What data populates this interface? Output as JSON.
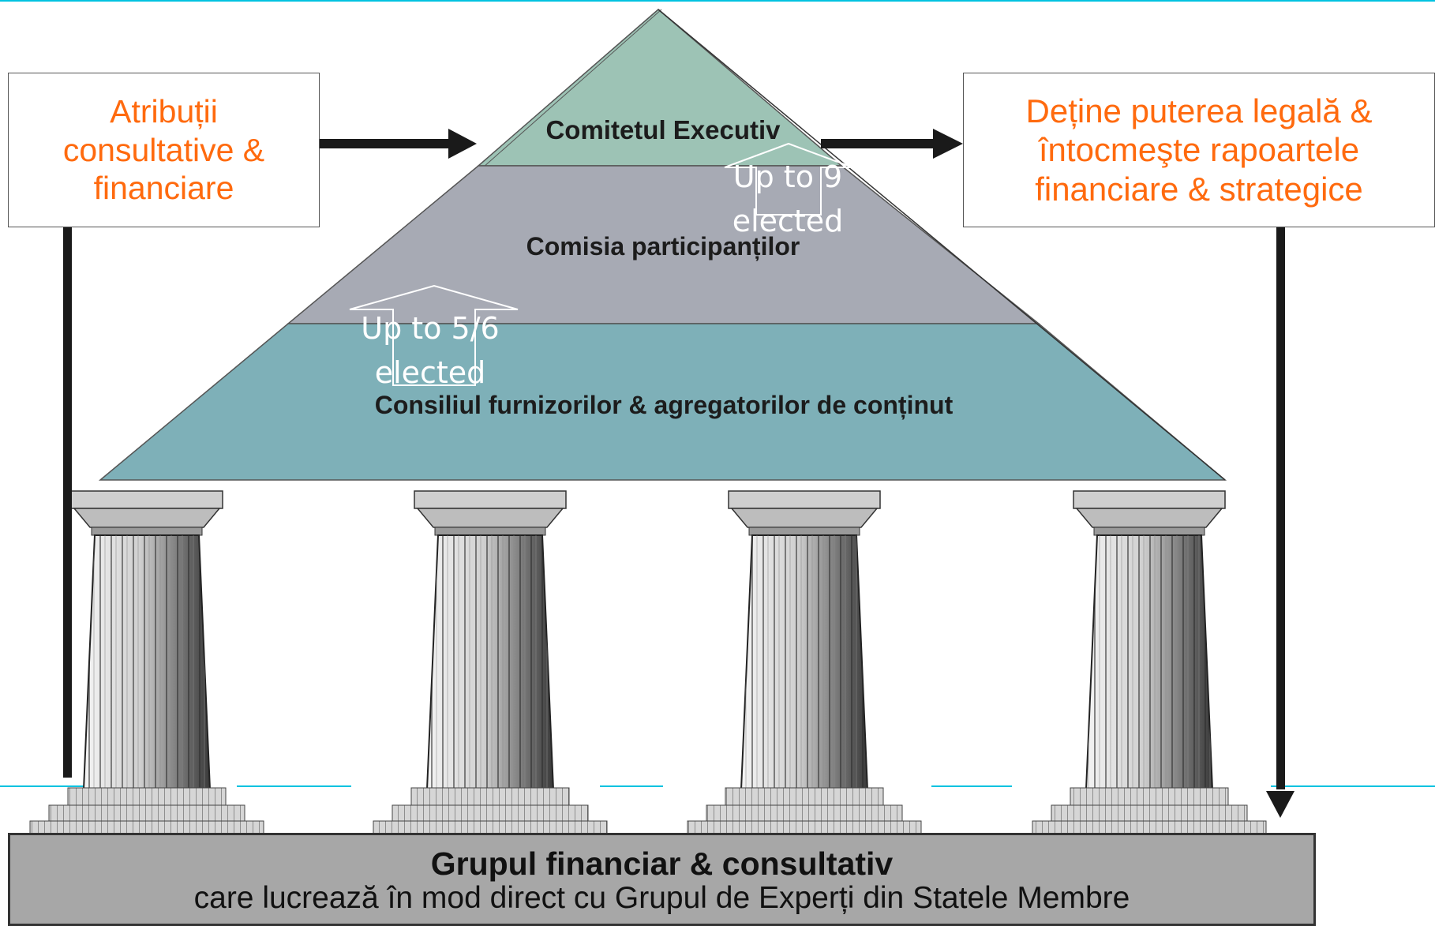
{
  "boxes": {
    "left": [
      "Atribuții",
      "consultative &",
      "financiare"
    ],
    "right": [
      "Deține puterea legală &",
      "întocmeşte rapoartele",
      "financiare & strategice"
    ]
  },
  "pyramid": {
    "tiers": [
      {
        "name": "Comitetul Executiv",
        "color": "#9dc3b5"
      },
      {
        "name": "Comisia participanților",
        "color": "#a7aab4"
      },
      {
        "name": "Consiliul furnizorilor & agregatorilor de conținut",
        "color": "#7eb0b8"
      }
    ]
  },
  "elections": [
    {
      "lines": [
        "Up to 9",
        "elected"
      ]
    },
    {
      "lines": [
        "Up to 5/6",
        "elected"
      ]
    }
  ],
  "base": {
    "title": "Grupul financiar & consultativ",
    "subtitle": "care lucrează în mod direct cu Grupul de Experți din Statele Membre"
  },
  "colors": {
    "accent_text": "#ff6a0e",
    "teal_rule": "#00c2e0",
    "base_fill": "#a7a7a7",
    "arrow": "#1a1a1a"
  }
}
